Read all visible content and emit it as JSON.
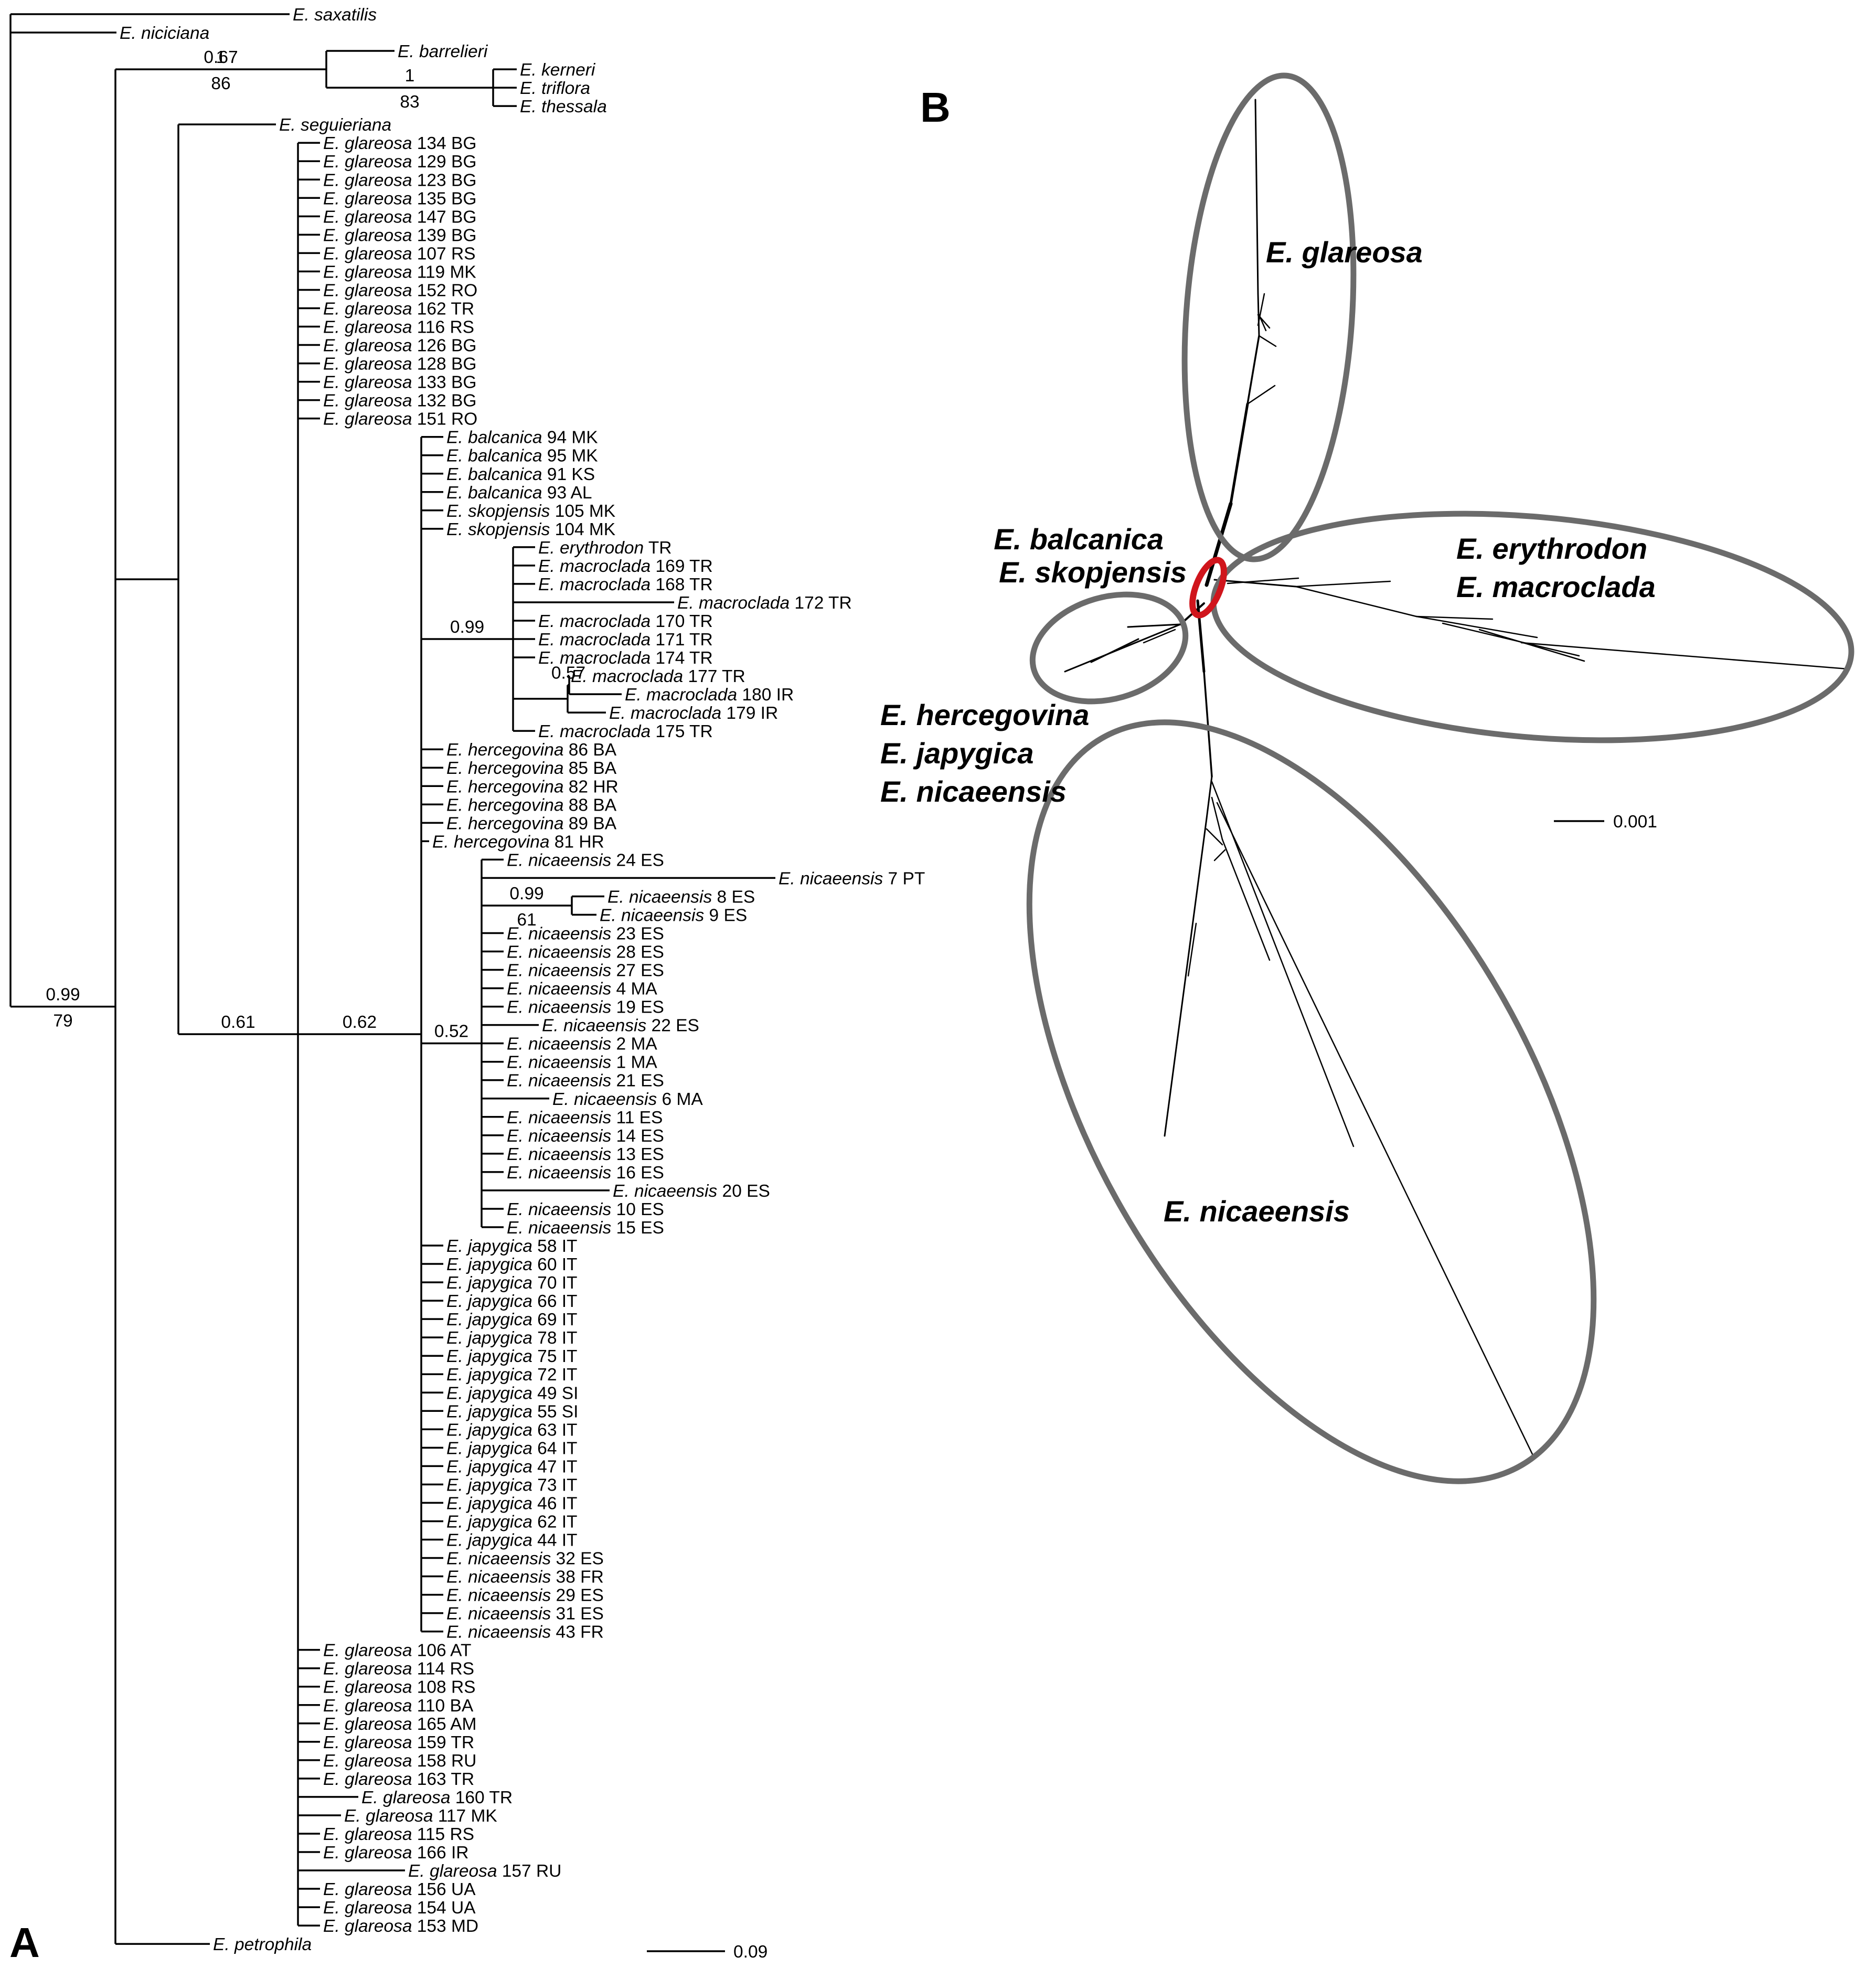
{
  "panel_a": {
    "label": "A",
    "scale": "0.09",
    "taxa": [
      {
        "sp": "E. saxatilis",
        "id": ""
      },
      {
        "sp": "E. niciciana",
        "id": ""
      },
      {
        "sp": "E. barrelieri",
        "id": ""
      },
      {
        "sp": "E. kerneri",
        "id": ""
      },
      {
        "sp": "E. triflora",
        "id": ""
      },
      {
        "sp": "E. thessala",
        "id": ""
      },
      {
        "sp": "E. seguieriana",
        "id": ""
      },
      {
        "sp": "E. glareosa",
        "id": "134 BG"
      },
      {
        "sp": "E. glareosa",
        "id": "129 BG"
      },
      {
        "sp": "E. glareosa",
        "id": "123 BG"
      },
      {
        "sp": "E. glareosa",
        "id": "135 BG"
      },
      {
        "sp": "E. glareosa",
        "id": "147 BG"
      },
      {
        "sp": "E. glareosa",
        "id": "139 BG"
      },
      {
        "sp": "E. glareosa",
        "id": "107 RS"
      },
      {
        "sp": "E. glareosa",
        "id": "119 MK"
      },
      {
        "sp": "E. glareosa",
        "id": "152 RO"
      },
      {
        "sp": "E. glareosa",
        "id": "162 TR"
      },
      {
        "sp": "E. glareosa",
        "id": "116 RS"
      },
      {
        "sp": "E. glareosa",
        "id": "126 BG"
      },
      {
        "sp": "E. glareosa",
        "id": "128 BG"
      },
      {
        "sp": "E. glareosa",
        "id": "133 BG"
      },
      {
        "sp": "E. glareosa",
        "id": "132 BG"
      },
      {
        "sp": "E. glareosa",
        "id": "151 RO"
      },
      {
        "sp": "E. balcanica",
        "id": "94 MK"
      },
      {
        "sp": "E. balcanica",
        "id": "95 MK"
      },
      {
        "sp": "E. balcanica",
        "id": "91 KS"
      },
      {
        "sp": "E. balcanica",
        "id": "93 AL"
      },
      {
        "sp": "E. skopjensis",
        "id": "105 MK"
      },
      {
        "sp": "E. skopjensis",
        "id": "104 MK"
      },
      {
        "sp": "E. erythrodon",
        "id": "TR"
      },
      {
        "sp": "E. macroclada",
        "id": "169 TR"
      },
      {
        "sp": "E. macroclada",
        "id": "168 TR"
      },
      {
        "sp": "E. macroclada",
        "id": "172 TR"
      },
      {
        "sp": "E. macroclada",
        "id": "170 TR"
      },
      {
        "sp": "E. macroclada",
        "id": "171 TR"
      },
      {
        "sp": "E. macroclada",
        "id": "174 TR"
      },
      {
        "sp": "E. macroclada",
        "id": "177 TR"
      },
      {
        "sp": "E. macroclada",
        "id": "180 IR"
      },
      {
        "sp": "E. macroclada",
        "id": "179 IR"
      },
      {
        "sp": "E. macroclada",
        "id": "175 TR"
      },
      {
        "sp": "E. hercegovina",
        "id": "86 BA"
      },
      {
        "sp": "E. hercegovina",
        "id": "85 BA"
      },
      {
        "sp": "E. hercegovina",
        "id": "82 HR"
      },
      {
        "sp": "E. hercegovina",
        "id": "88 BA"
      },
      {
        "sp": "E. hercegovina",
        "id": "89 BA"
      },
      {
        "sp": "E. hercegovina",
        "id": "81 HR"
      },
      {
        "sp": "E. nicaeensis",
        "id": "24 ES"
      },
      {
        "sp": "E. nicaeensis",
        "id": "7 PT"
      },
      {
        "sp": "E. nicaeensis",
        "id": "8 ES"
      },
      {
        "sp": "E. nicaeensis",
        "id": "9 ES"
      },
      {
        "sp": "E. nicaeensis",
        "id": "23 ES"
      },
      {
        "sp": "E. nicaeensis",
        "id": "28 ES"
      },
      {
        "sp": "E. nicaeensis",
        "id": "27 ES"
      },
      {
        "sp": "E. nicaeensis",
        "id": "4 MA"
      },
      {
        "sp": "E. nicaeensis",
        "id": "19 ES"
      },
      {
        "sp": "E. nicaeensis",
        "id": "22 ES"
      },
      {
        "sp": "E. nicaeensis",
        "id": "2 MA"
      },
      {
        "sp": "E. nicaeensis",
        "id": "1 MA"
      },
      {
        "sp": "E. nicaeensis",
        "id": "21 ES"
      },
      {
        "sp": "E. nicaeensis",
        "id": "6 MA"
      },
      {
        "sp": "E. nicaeensis",
        "id": "11 ES"
      },
      {
        "sp": "E. nicaeensis",
        "id": "14 ES"
      },
      {
        "sp": "E. nicaeensis",
        "id": "13 ES"
      },
      {
        "sp": "E. nicaeensis",
        "id": "16 ES"
      },
      {
        "sp": "E. nicaeensis",
        "id": "20 ES"
      },
      {
        "sp": "E. nicaeensis",
        "id": "10 ES"
      },
      {
        "sp": "E. nicaeensis",
        "id": "15 ES"
      },
      {
        "sp": "E. japygica",
        "id": "58 IT"
      },
      {
        "sp": "E. japygica",
        "id": "60 IT"
      },
      {
        "sp": "E. japygica",
        "id": "70 IT"
      },
      {
        "sp": "E. japygica",
        "id": "66 IT"
      },
      {
        "sp": "E. japygica",
        "id": "69 IT"
      },
      {
        "sp": "E. japygica",
        "id": "78 IT"
      },
      {
        "sp": "E. japygica",
        "id": "75 IT"
      },
      {
        "sp": "E. japygica",
        "id": "72 IT"
      },
      {
        "sp": "E. japygica",
        "id": "49 SI"
      },
      {
        "sp": "E. japygica",
        "id": "55 SI"
      },
      {
        "sp": "E. japygica",
        "id": "63 IT"
      },
      {
        "sp": "E. japygica",
        "id": "64 IT"
      },
      {
        "sp": "E. japygica",
        "id": "47 IT"
      },
      {
        "sp": "E. japygica",
        "id": "73 IT"
      },
      {
        "sp": "E. japygica",
        "id": "46 IT"
      },
      {
        "sp": "E. japygica",
        "id": "62 IT"
      },
      {
        "sp": "E. japygica",
        "id": "44 IT"
      },
      {
        "sp": "E. nicaeensis",
        "id": "32 ES"
      },
      {
        "sp": "E. nicaeensis",
        "id": "38 FR"
      },
      {
        "sp": "E. nicaeensis",
        "id": "29 ES"
      },
      {
        "sp": "E. nicaeensis",
        "id": "31 ES"
      },
      {
        "sp": "E. nicaeensis",
        "id": "43 FR"
      },
      {
        "sp": "E. glareosa",
        "id": "106 AT"
      },
      {
        "sp": "E. glareosa",
        "id": "114 RS"
      },
      {
        "sp": "E. glareosa",
        "id": "108 RS"
      },
      {
        "sp": "E. glareosa",
        "id": "110 BA"
      },
      {
        "sp": "E. glareosa",
        "id": "165 AM"
      },
      {
        "sp": "E. glareosa",
        "id": "159 TR"
      },
      {
        "sp": "E. glareosa",
        "id": "158 RU"
      },
      {
        "sp": "E. glareosa",
        "id": "163 TR"
      },
      {
        "sp": "E. glareosa",
        "id": "160 TR"
      },
      {
        "sp": "E. glareosa",
        "id": "117 MK"
      },
      {
        "sp": "E. glareosa",
        "id": "115 RS"
      },
      {
        "sp": "E. glareosa",
        "id": "166 IR"
      },
      {
        "sp": "E. glareosa",
        "id": "157 RU"
      },
      {
        "sp": "E. glareosa",
        "id": "156 UA"
      },
      {
        "sp": "E. glareosa",
        "id": "154 UA"
      },
      {
        "sp": "E. glareosa",
        "id": "153 MD"
      },
      {
        "sp": "E. petrophila",
        "id": ""
      }
    ],
    "supports": [
      {
        "above": "1",
        "below": "86"
      },
      {
        "above": "1",
        "below": "83"
      },
      {
        "above": "0.99",
        "below": "79"
      },
      {
        "above": "0.67",
        "below": ""
      },
      {
        "above": "0.61",
        "below": ""
      },
      {
        "above": "0.62",
        "below": ""
      },
      {
        "above": "0.99",
        "below": ""
      },
      {
        "above": "0.57",
        "below": ""
      },
      {
        "above": "0.99",
        "below": "61"
      },
      {
        "above": "0.52",
        "below": ""
      }
    ]
  },
  "panel_b": {
    "label": "B",
    "scale": "0.001",
    "clusters": {
      "glareosa": "E. glareosa",
      "erythrodon": "E. erythrodon",
      "macroclada": "E. macroclada",
      "hercegovina": "E. hercegovina",
      "japygica": "E. japygica",
      "nicaeensis": "E. nicaeensis",
      "nicaeensis_main": "E. nicaeensis",
      "balcanica": "E. balcanica",
      "skopjensis": "E. skopjensis"
    }
  },
  "colors": {
    "balcanica": "#e87333",
    "skopjensis": "#a01c1c",
    "ellipse": "#6b6b6b",
    "red_ring": "#d0151c"
  }
}
